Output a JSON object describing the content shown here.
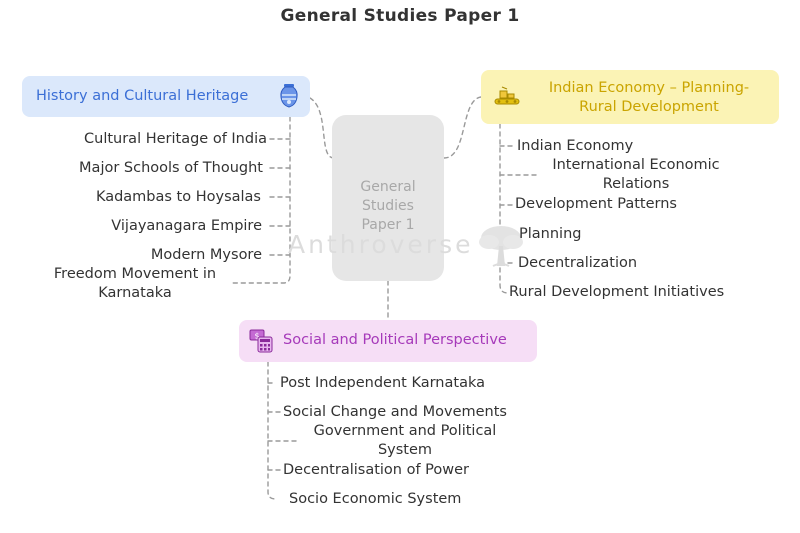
{
  "title": "General Studies Paper 1",
  "center": {
    "label_lines": [
      "General",
      "Studies",
      "Paper 1"
    ]
  },
  "watermark": "Anthroverse",
  "branches": {
    "history": {
      "label": "History and Cultural Heritage",
      "icon": "greek-vase-icon",
      "color": "#3b6fd6",
      "fill": "#dbe8fb",
      "items": [
        "Cultural Heritage of India",
        "Major Schools of Thought",
        "Kadambas to Hoysalas",
        "Vijayanagara Empire",
        "Modern Mysore",
        "Freedom Movement in Karnataka"
      ],
      "last_item_lines": [
        "Freedom Movement in",
        "Karnataka"
      ]
    },
    "economy": {
      "label_lines": [
        "Indian Economy – Planning-",
        "Rural Development"
      ],
      "icon": "conveyor-belt-icon",
      "color": "#caa400",
      "fill": "#fbf3b5",
      "items": [
        "Indian Economy",
        "International Economic Relations",
        "Development Patterns",
        "Planning",
        "Decentralization",
        "Rural Development Initiatives"
      ],
      "relations_lines": [
        "International Economic",
        "Relations"
      ]
    },
    "social": {
      "label": "Social and Political Perspective",
      "icon": "money-calculator-icon",
      "color": "#a63aba",
      "fill": "#f6def6",
      "items": [
        "Post Independent Karnataka",
        "Social Change and Movements",
        "Government and Political System",
        "Decentralisation of Power",
        "Socio Economic System"
      ],
      "government_lines": [
        "Government and Political",
        "System"
      ]
    }
  }
}
